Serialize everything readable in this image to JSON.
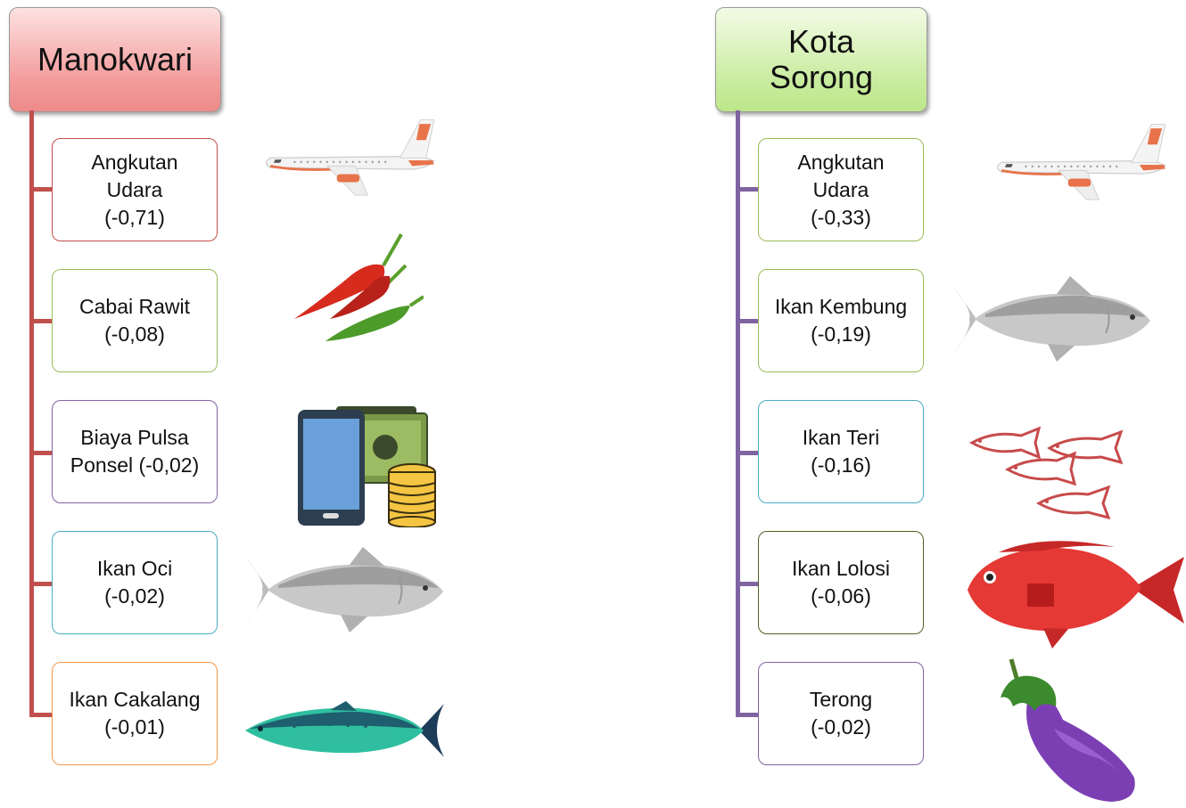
{
  "left_tree": {
    "root": "Manokwari",
    "color": "#c0504d",
    "items": [
      {
        "label": "Angkutan\nUdara\n(-0,71)",
        "border": "#c0504d",
        "icon": "airplane-icon"
      },
      {
        "label": "Cabai Rawit\n(-0,08)",
        "border": "#9bbb59",
        "icon": "chili-icon"
      },
      {
        "label": "Biaya Pulsa\nPonsel (-0,02)",
        "border": "#8064a2",
        "icon": "phone-money-icon"
      },
      {
        "label": "Ikan Oci\n(-0,02)",
        "border": "#4bacc6",
        "icon": "gray-fish-icon"
      },
      {
        "label": "Ikan Cakalang\n(-0,01)",
        "border": "#f79646",
        "icon": "tuna-icon"
      }
    ]
  },
  "right_tree": {
    "root": "Kota\nSorong",
    "color": "#8064a2",
    "items": [
      {
        "label": "Angkutan\nUdara\n(-0,33)",
        "border": "#9bbb59",
        "icon": "airplane-icon"
      },
      {
        "label": "Ikan Kembung\n(-0,19)",
        "border": "#9bbb59",
        "icon": "gray-fish-icon"
      },
      {
        "label": "Ikan Teri\n(-0,16)",
        "border": "#4bacc6",
        "icon": "anchovy-icon"
      },
      {
        "label": "Ikan Lolosi\n(-0,06)",
        "border": "#4f6228",
        "icon": "red-fish-icon"
      },
      {
        "label": "Terong\n(-0,02)",
        "border": "#8064a2",
        "icon": "eggplant-icon"
      }
    ]
  }
}
